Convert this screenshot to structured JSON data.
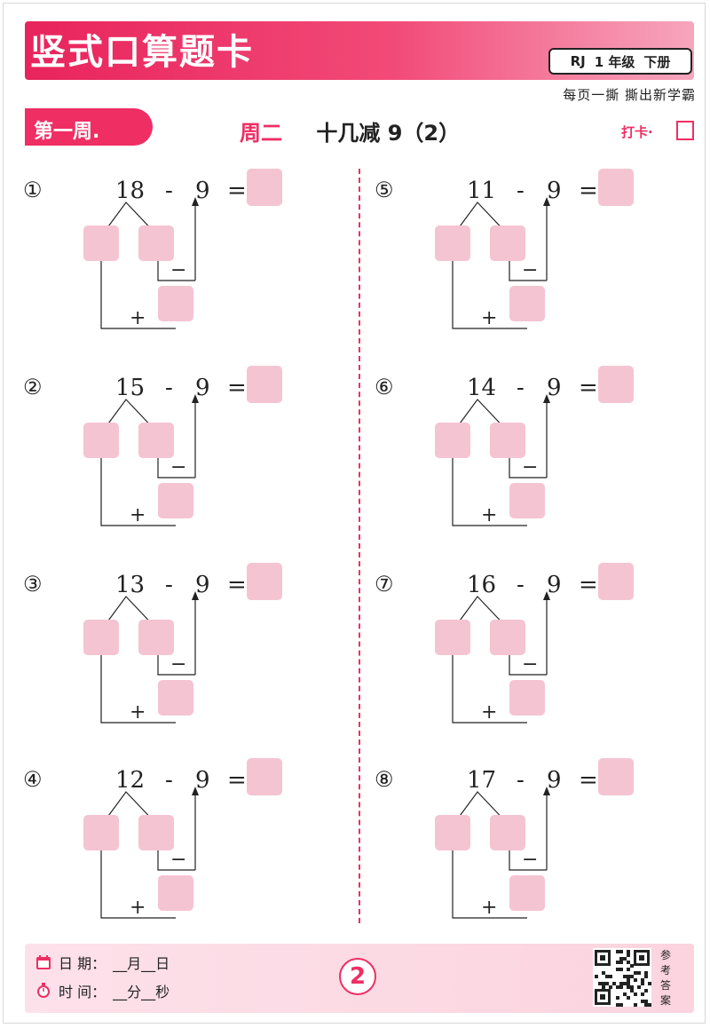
{
  "header": {
    "title": "竖式口算题卡",
    "edition": {
      "series": "RJ",
      "grade": "1 年级",
      "volume": "下册"
    },
    "slogan": "每页一撕  撕出新学霸"
  },
  "section": {
    "week": "第一周.",
    "day": "周二",
    "topic": "十几减 9（2）",
    "checkin_label": "打卡·"
  },
  "problems": [
    {
      "num": "①",
      "minuend": "18",
      "op": "-",
      "subtrahend": "9",
      "eq": "="
    },
    {
      "num": "②",
      "minuend": "15",
      "op": "-",
      "subtrahend": "9",
      "eq": "="
    },
    {
      "num": "③",
      "minuend": "13",
      "op": "-",
      "subtrahend": "9",
      "eq": "="
    },
    {
      "num": "④",
      "minuend": "12",
      "op": "-",
      "subtrahend": "9",
      "eq": "="
    },
    {
      "num": "⑤",
      "minuend": "11",
      "op": "-",
      "subtrahend": "9",
      "eq": "="
    },
    {
      "num": "⑥",
      "minuend": "14",
      "op": "-",
      "subtrahend": "9",
      "eq": "="
    },
    {
      "num": "⑦",
      "minuend": "16",
      "op": "-",
      "subtrahend": "9",
      "eq": "="
    },
    {
      "num": "⑧",
      "minuend": "17",
      "op": "-",
      "subtrahend": "9",
      "eq": "="
    }
  ],
  "marks": {
    "minus": "−",
    "plus": "+"
  },
  "footer": {
    "date_label": "日 期：",
    "date_blank": "__月__日",
    "time_label": "时 间：",
    "time_blank": "__分__秒",
    "page_number": "2",
    "answer_label": [
      "参",
      "考",
      "答",
      "案"
    ]
  },
  "colors": {
    "accent": "#ef2e64",
    "box": "#f5c4d2"
  }
}
